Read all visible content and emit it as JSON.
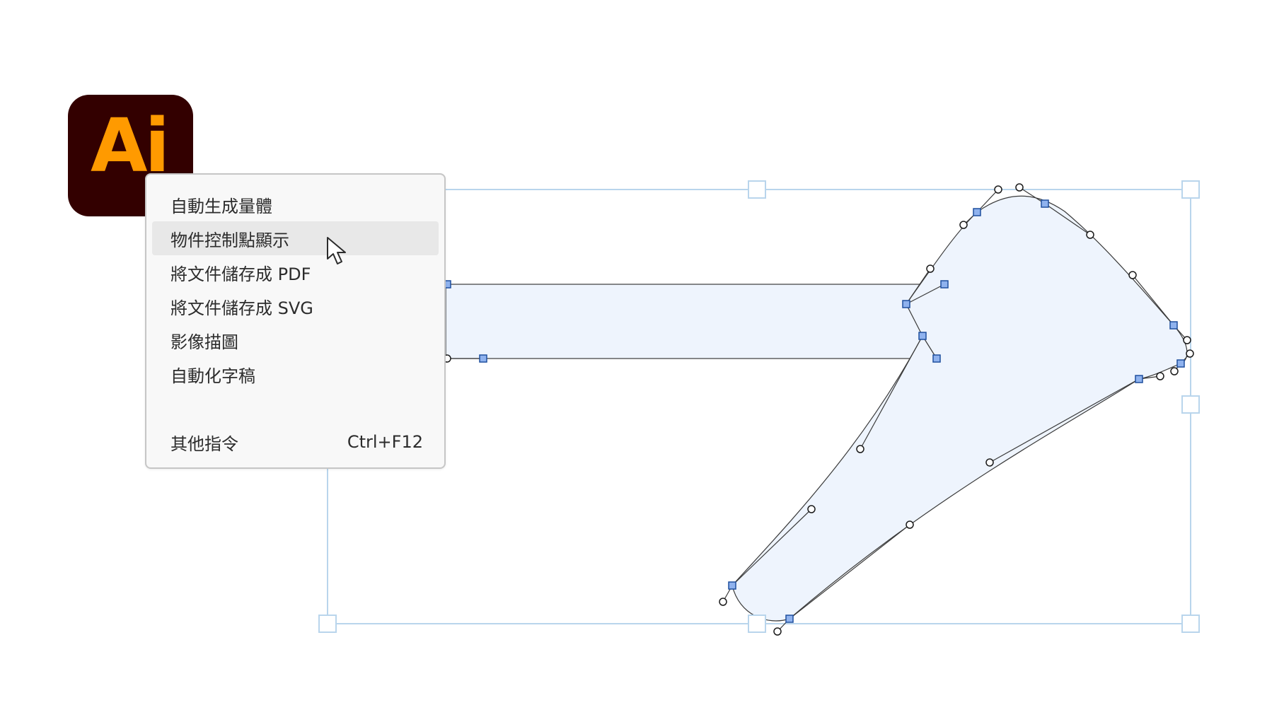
{
  "app_icon": {
    "label": "Ai",
    "bg_color": "#330000",
    "fg_color": "#ff9a00"
  },
  "context_menu": {
    "items": [
      {
        "label": "自動生成量體",
        "shortcut": ""
      },
      {
        "label": "物件控制點顯示",
        "shortcut": "",
        "highlighted": true
      },
      {
        "label": "將文件儲存成 PDF",
        "shortcut": ""
      },
      {
        "label": "將文件儲存成 SVG",
        "shortcut": ""
      },
      {
        "label": "影像描圖",
        "shortcut": ""
      },
      {
        "label": "自動化字稿",
        "shortcut": ""
      }
    ],
    "footer_item": {
      "label": "其他指令",
      "shortcut": "Ctrl+F12"
    }
  },
  "colors": {
    "selection_box": "#b9d5ec",
    "shape_fill": "#eef4fd",
    "anchor_fill": "#8fb2ee",
    "anchor_stroke": "#1f4f9e",
    "path_stroke": "#3a3a3a"
  },
  "cursor_icon": "arrow-pointer-icon"
}
